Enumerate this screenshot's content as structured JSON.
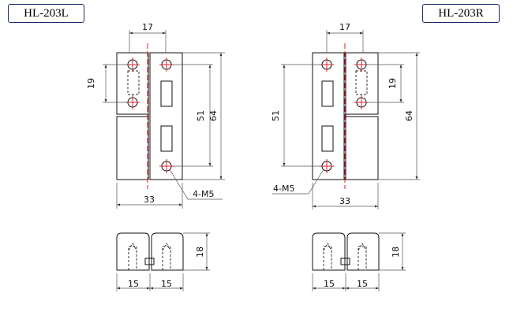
{
  "titles": {
    "left": "HL-203L",
    "right": "HL-203R"
  },
  "dimensions": {
    "hinge_width": "17",
    "hole_pitch_short": "19",
    "hole_pitch_long": "51",
    "overall_height": "64",
    "overall_width": "33",
    "side_height": "18",
    "leaf_width": "15",
    "thread": "4-M5"
  },
  "colors": {
    "outline": "#111111",
    "centerline": "#e0202a",
    "title_border": "#1a2a6a"
  }
}
